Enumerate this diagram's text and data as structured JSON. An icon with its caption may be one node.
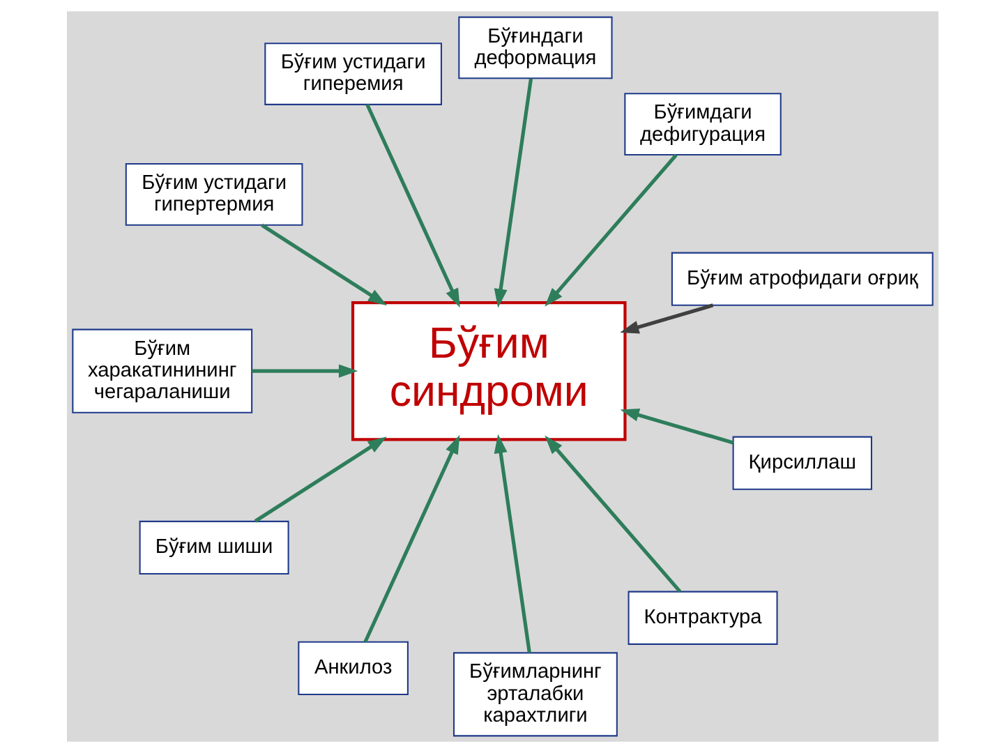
{
  "diagram": {
    "nodes": [
      {
        "text": [
          "Бўғим атрофидаги оғриқ"
        ]
      },
      {
        "text": [
          "Бўғимдаги дефигурация"
        ]
      },
      {
        "text": [
          "Бўғиндаги деформация"
        ]
      },
      {
        "text": [
          "Бўғим синдроми"
        ]
      },
      {
        "text": [
          "Бўғим устидаги гиперемия"
        ]
      },
      {
        "text": [
          "Бўғим устидаги гипертермия"
        ]
      },
      {
        "text": [
          "Бўғим харакатинининг чегараланиши"
        ]
      },
      {
        "text": [
          "Бўғим шиши"
        ]
      },
      {
        "text": [
          "Анкилоз"
        ]
      },
      {
        "text": [
          "Бўғимларнинг эрталабки карахтлиги"
        ]
      },
      {
        "text": [
          "Контрактура"
        ]
      },
      {
        "text": [
          "Қирсиллаш"
        ]
      }
    ],
    "edges": [
      {
        "from": 0,
        "to": 3,
        "arrow": "to",
        "color": "#404040"
      },
      {
        "from": 1,
        "to": 3,
        "arrow": "to"
      },
      {
        "from": 2,
        "to": 3,
        "arrow": "to"
      },
      {
        "from": 4,
        "to": 3,
        "arrow": "to"
      },
      {
        "from": 5,
        "to": 3,
        "arrow": "to"
      },
      {
        "from": 6,
        "to": 3,
        "arrow": "to"
      },
      {
        "from": 7,
        "to": 3,
        "arrow": "to"
      },
      {
        "from": 8,
        "to": 3,
        "arrow": "to"
      },
      {
        "from": 9,
        "to": 3,
        "arrow": "to"
      },
      {
        "from": 10,
        "to": 3,
        "arrow": "to"
      },
      {
        "from": 11,
        "to": 3,
        "arrow": "to"
      }
    ]
  }
}
